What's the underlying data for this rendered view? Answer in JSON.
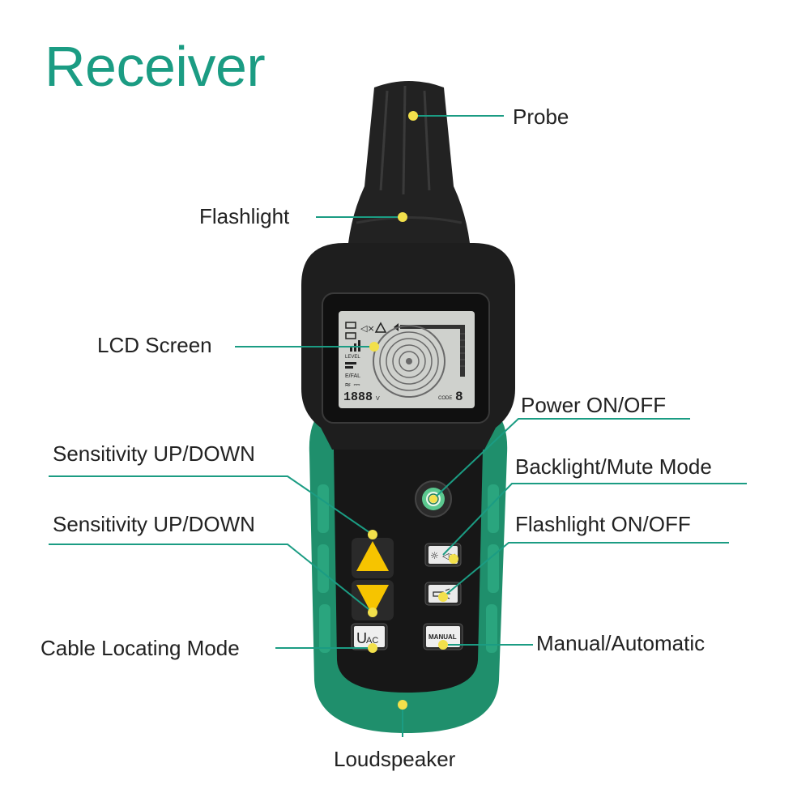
{
  "title": "Receiver",
  "colors": {
    "accent": "#1b9c83",
    "device_green": "#1f8f6c",
    "body_dark": "#1c1c1c",
    "marker_yellow": "#f2e04b"
  },
  "labels": {
    "probe": "Probe",
    "flashlight": "Flashlight",
    "lcd_screen": "LCD Screen",
    "power": "Power ON/OFF",
    "sens_up": "Sensitivity UP/DOWN",
    "sens_down": "Sensitivity UP/DOWN",
    "backlight_mute": "Backlight/Mute Mode",
    "flashlight_onoff": "Flashlight ON/OFF",
    "cable_locating": "Cable Locating Mode",
    "manual_auto": "Manual/Automatic",
    "loudspeaker": "Loudspeaker"
  },
  "buttons": {
    "uac_u": "U",
    "uac_ac": "AC",
    "manual": "MANUAL"
  },
  "lcd": {
    "level": "LEVEL",
    "ebfal": "E/FAL",
    "digits": "1888",
    "unit": "V",
    "code_label": "CODE",
    "code_value": "8"
  },
  "icons": [
    "battery-icon",
    "mute-icon",
    "warning-icon",
    "sun-icon",
    "flashlight-icon",
    "power-icon",
    "arrow-up-icon",
    "arrow-down-icon"
  ]
}
